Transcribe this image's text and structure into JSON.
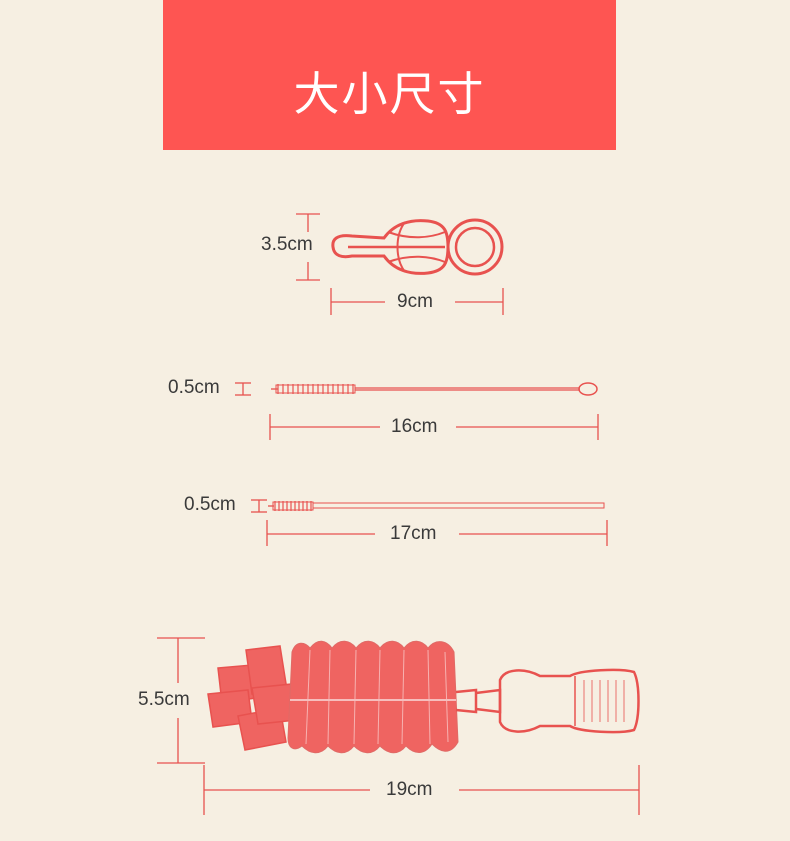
{
  "header": {
    "title": "大小尺寸"
  },
  "items": [
    {
      "name": "small-brush",
      "height_label": "3.5cm",
      "width_label": "9cm"
    },
    {
      "name": "straw-brush-1",
      "height_label": "0.5cm",
      "width_label": "16cm"
    },
    {
      "name": "straw-brush-2",
      "height_label": "0.5cm",
      "width_label": "17cm"
    },
    {
      "name": "bottle-brush",
      "height_label": "5.5cm",
      "width_label": "19cm"
    }
  ],
  "colors": {
    "banner": "#fe5552",
    "background": "#f6efe2",
    "line": "#e8524f",
    "text": "#3a3a3a"
  }
}
